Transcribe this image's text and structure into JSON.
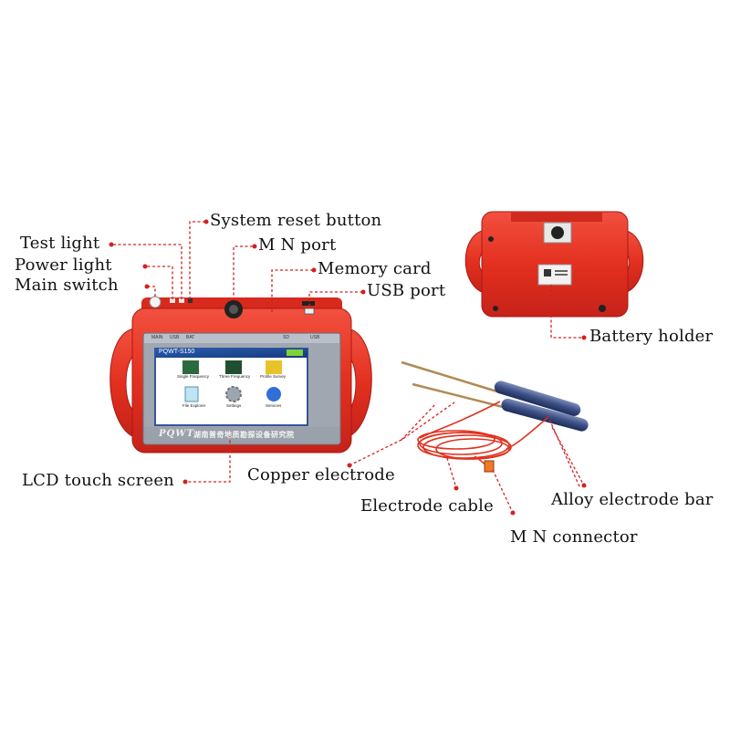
{
  "labels": {
    "system_reset_button": "System reset button",
    "test_light": "Test light",
    "mn_port": "M N port",
    "power_light": "Power light",
    "memory_card": "Memory card",
    "main_switch": "Main switch",
    "usb_port": "USB port",
    "battery_holder": "Battery holder",
    "lcd_touch_screen": "LCD touch screen",
    "copper_electrode": "Copper electrode",
    "alloy_electrode_bar": "Alloy electrode bar",
    "electrode_cable": "Electrode cable",
    "mn_connector": "M N connector"
  },
  "device": {
    "screen_title": "PQWT-S150",
    "status_left": [
      "MAIN",
      "USB",
      "BAT"
    ],
    "status_right": [
      "SD",
      "USB"
    ],
    "brand": "PQWT",
    "chinese_text": "湖南普奇地质勘探设备研究院",
    "apps": [
      {
        "label": "Single Frequency",
        "icon": "single-frequency-icon"
      },
      {
        "label": "Three Frequency",
        "icon": "three-frequency-icon"
      },
      {
        "label": "Profile Survey",
        "icon": "profile-survey-icon"
      },
      {
        "label": "File Explorer",
        "icon": "file-explorer-icon"
      },
      {
        "label": "Settings",
        "icon": "settings-gear-icon"
      },
      {
        "label": "Services",
        "icon": "services-icon"
      }
    ]
  },
  "colors": {
    "device_red": "#e8332a",
    "pointer_red": "#d42020",
    "screen_blue": "#1f4d9e"
  }
}
